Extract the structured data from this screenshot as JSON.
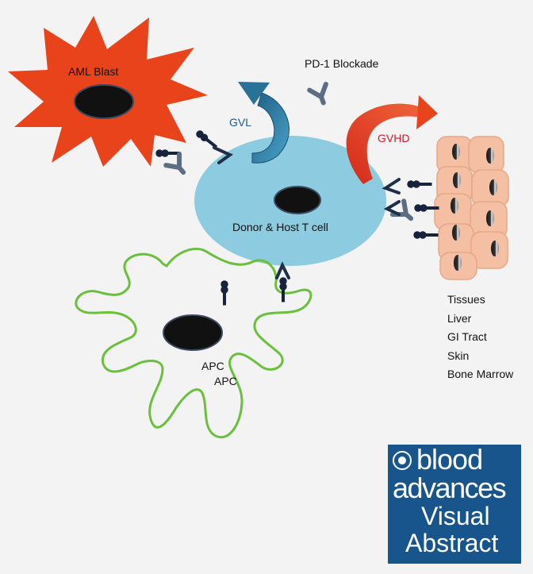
{
  "labels": {
    "aml_blast": "AML Blast",
    "pd1_blockade": "PD-1 Blockade",
    "gvl": "GVL",
    "gvhd": "GVHD",
    "t_cell": "Donor & Host T cell",
    "apc_1": "APC",
    "apc_2": "APC"
  },
  "tissues": [
    "Tissues",
    "Liver",
    "GI Tract",
    "Skin",
    "Bone Marrow"
  ],
  "logo": {
    "line1": "blood",
    "line2": "advances",
    "line3": "Visual",
    "line4": "Abstract"
  },
  "colors": {
    "background": "#f3f3f3",
    "aml_blast": "#e8431b",
    "t_cell": "#8ccbe0",
    "gvl_arrow": "#2a7197",
    "gvhd_arrow": "#e23b1d",
    "gvl_text": "#1c5b8c",
    "gvhd_text": "#c9202a",
    "tissue_cell": "#f5bfa3",
    "apc_outline": "#6abf3c",
    "logo_bg": "#17558c"
  }
}
